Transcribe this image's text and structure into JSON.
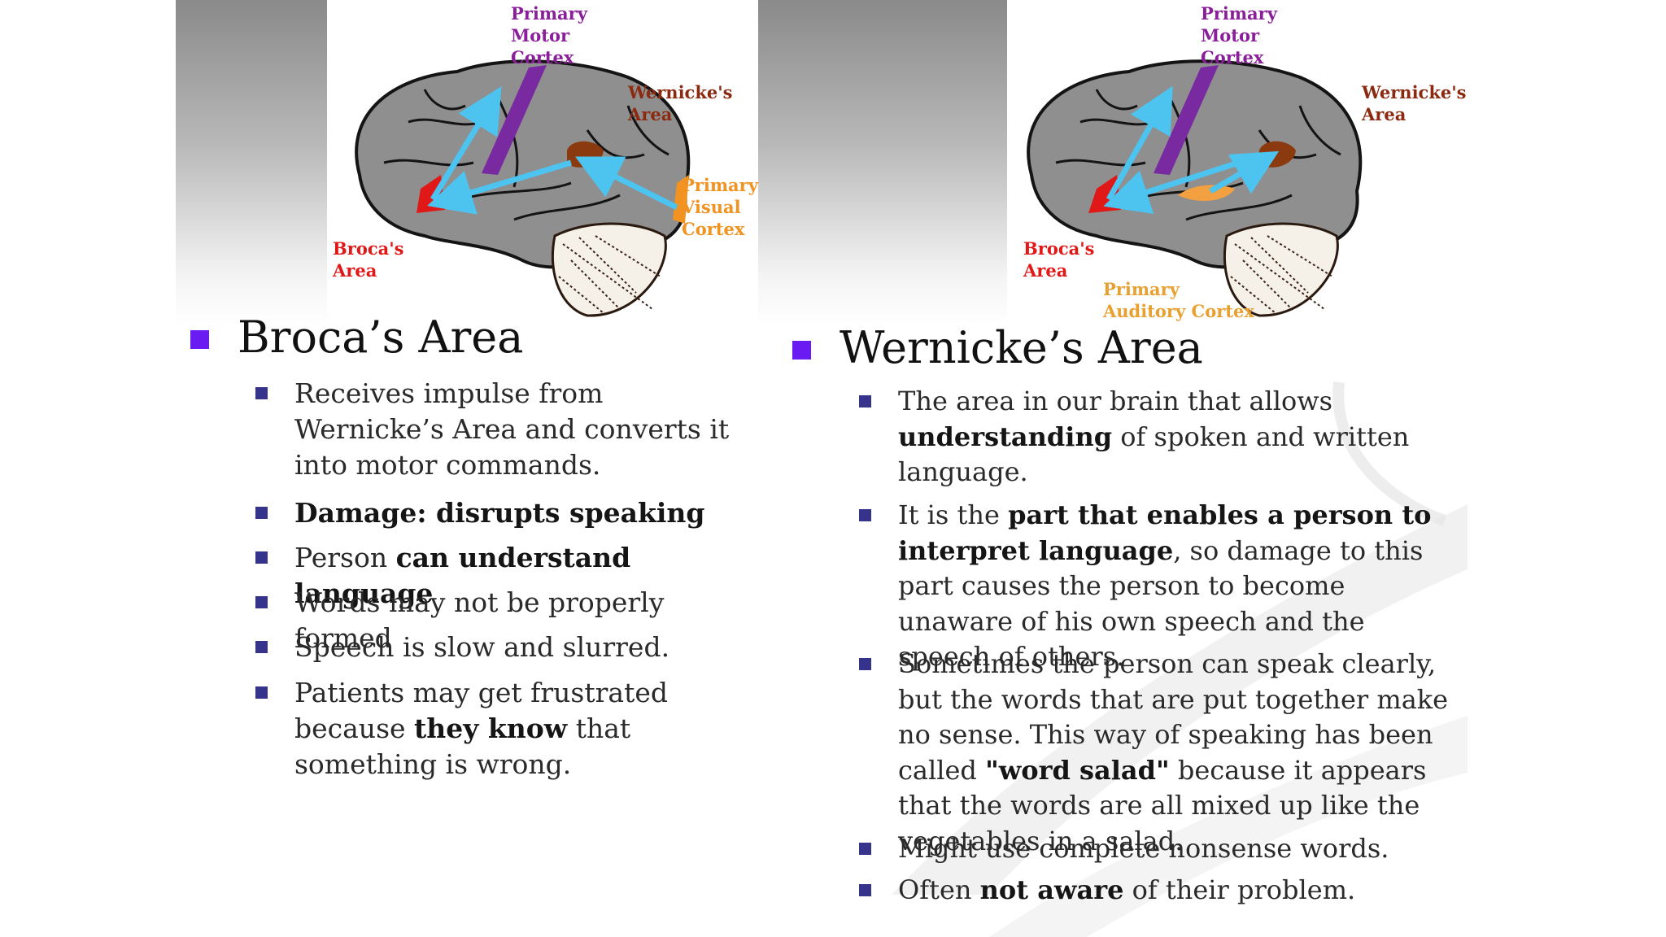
{
  "colors": {
    "bullet_primary": "#6a1bf2",
    "bullet_secondary": "#35338c",
    "label_motor": "#8b1f9b",
    "label_wernicke": "#8b2a10",
    "label_broca": "#e01818",
    "label_visual": "#f29220",
    "label_auditory": "#e8a030"
  },
  "left_diagram": {
    "label_motor": "Primary\nMotor\nCortex",
    "label_wernicke": "Wernicke's\nArea",
    "label_visual": "Primary\nVisual\nCortex",
    "label_broca": "Broca's\nArea"
  },
  "right_diagram": {
    "label_motor": "Primary\nMotor\nCortex",
    "label_wernicke": "Wernicke's\nArea",
    "label_broca": "Broca's\nArea",
    "label_auditory": "Primary\nAuditory Cortex"
  },
  "broca": {
    "title": "Broca’s Area",
    "b1": "Receives impulse from Wernicke’s Area and converts it into motor commands.",
    "b2_bold": "Damage: disrupts speaking",
    "b3_pre": "Person ",
    "b3_bold": "can understand language",
    "b4": "Words may not be properly formed",
    "b5": "Speech is slow and slurred.",
    "b6_pre": "Patients may get frustrated because ",
    "b6_bold": "they know",
    "b6_post": " that something is wrong."
  },
  "wernicke": {
    "title": "Wernicke’s Area",
    "b1_pre": "The area in our brain that allows ",
    "b1_bold": "understanding",
    "b1_post": " of spoken and written language.",
    "b2_pre": "It is the ",
    "b2_bold": "part that enables a person to interpret language",
    "b2_post": ", so damage to this part causes the person to become unaware of his own speech and the speech of others.",
    "b3_pre": "Sometimes the person can speak clearly, but the words that are put together make no sense. This way of speaking has been called ",
    "b3_bold": "\"word salad\"",
    "b3_post": " because it appears that the words are all mixed up like the vegetables in a salad.",
    "b4": "Might use complete nonsense words.",
    "b5_pre": "Often ",
    "b5_bold": "not aware",
    "b5_post": " of their problem."
  }
}
